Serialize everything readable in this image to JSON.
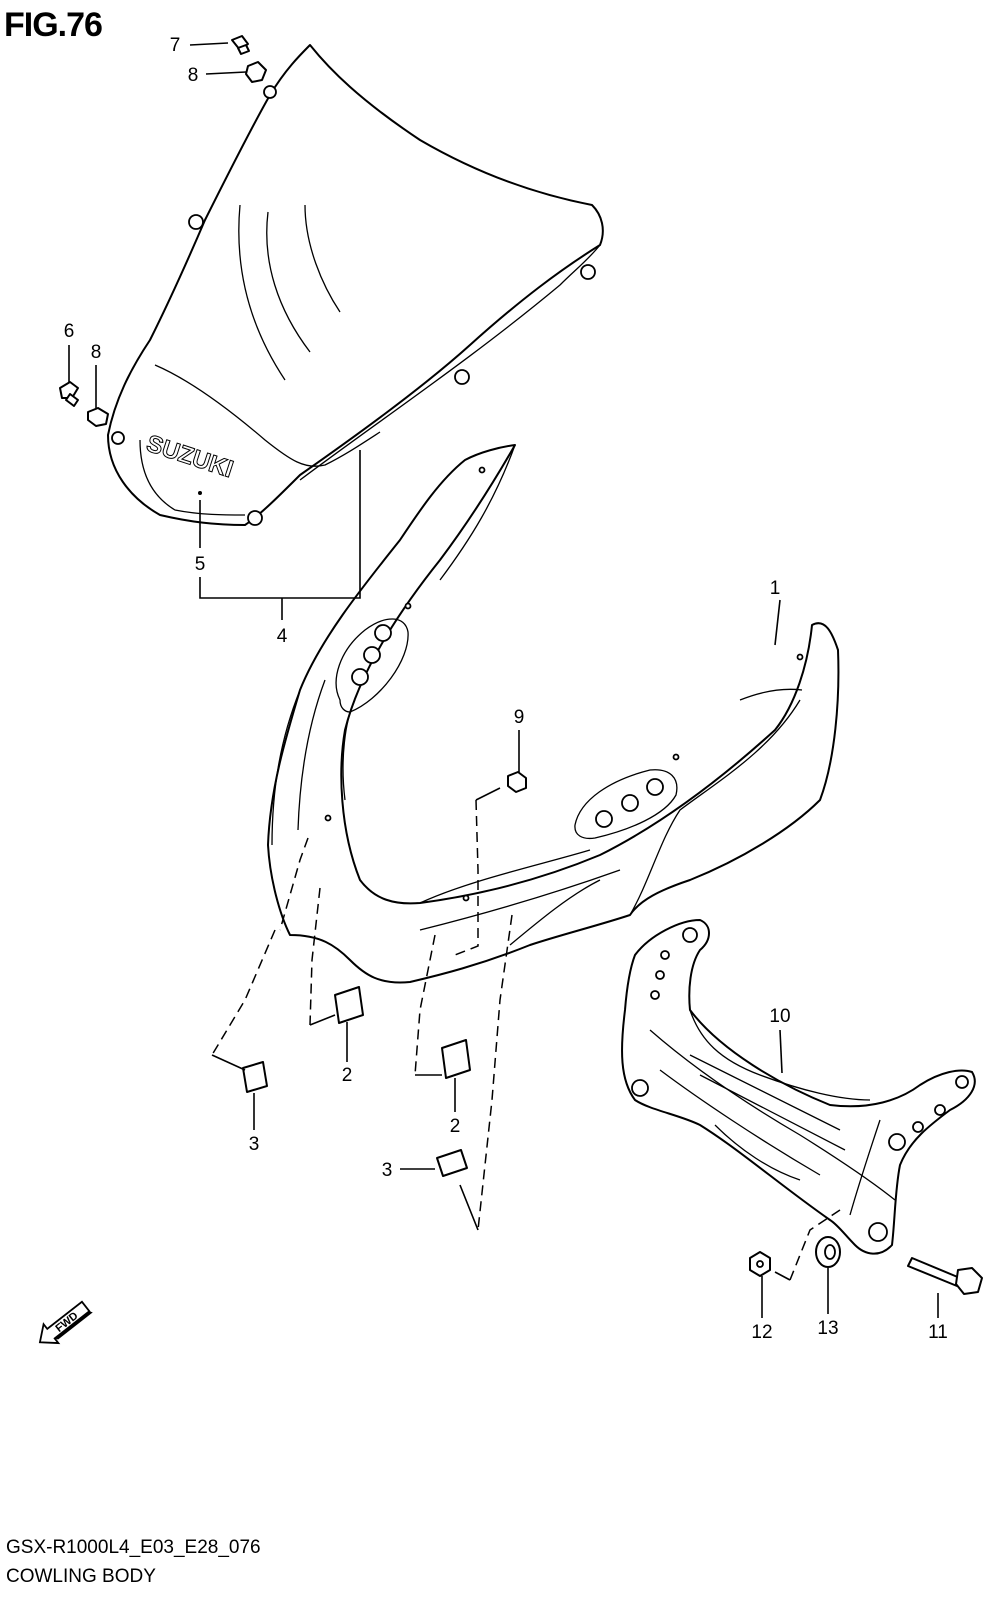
{
  "figure": {
    "title": "FIG.76",
    "model_code": "GSX-R1000L4_E03_E28_076",
    "section_name": "COWLING BODY",
    "windscreen_brand": "SUZUKI",
    "direction_label": "FWD"
  },
  "parts": [
    {
      "ref": "1"
    },
    {
      "ref": "2"
    },
    {
      "ref": "2"
    },
    {
      "ref": "3"
    },
    {
      "ref": "3"
    },
    {
      "ref": "4"
    },
    {
      "ref": "5"
    },
    {
      "ref": "6"
    },
    {
      "ref": "7"
    },
    {
      "ref": "8"
    },
    {
      "ref": "8"
    },
    {
      "ref": "9"
    },
    {
      "ref": "10"
    },
    {
      "ref": "11"
    },
    {
      "ref": "12"
    },
    {
      "ref": "13"
    }
  ]
}
